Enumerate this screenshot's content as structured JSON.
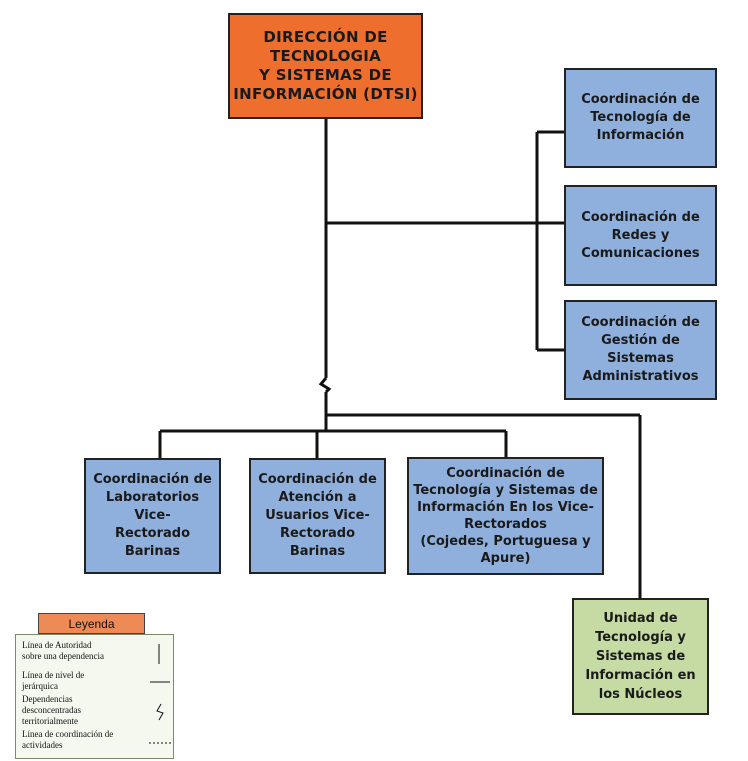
{
  "org_chart": {
    "top": {
      "label": "DIRECCIÓN DE\nTECNOLOGIA\nY SISTEMAS DE\nINFORMACIÓN (DTSI)",
      "color": "#ee6e2d"
    },
    "staff_units": [
      {
        "label": "Coordinación de\nTecnología de\nInformación"
      },
      {
        "label": "Coordinación de\nRedes y\nComunicaciones"
      },
      {
        "label": "Coordinación de\nGestión de Sistemas\nAdministrativos"
      }
    ],
    "subordinate_units": [
      {
        "label": "Coordinación de\nLaboratorios Vice-\nRectorado Barinas"
      },
      {
        "label": "Coordinación de\nAtención a\nUsuarios Vice-\nRectorado Barinas"
      },
      {
        "label": "Coordinación de\nTecnología y Sistemas de\nInformación En los Vice-\nRectorados\n(Cojedes, Portuguesa y\nApure)"
      }
    ],
    "territorial_unit": {
      "label": "Unidad de\nTecnología y\nSistemas de\nInformación en\nlos Núcleos"
    },
    "colors": {
      "staff": "#8fb0dd",
      "territorial": "#c5dba3"
    }
  },
  "legend": {
    "title": "Leyenda",
    "items": [
      {
        "text": "Línea de Autoridad\nsobre una dependencia"
      },
      {
        "text": "Línea de nivel de\njerárquica"
      },
      {
        "text": "Dependencias\ndesconcentradas\nterritorialmente"
      },
      {
        "text": "Línea de coordinación de\nactividades"
      }
    ]
  }
}
